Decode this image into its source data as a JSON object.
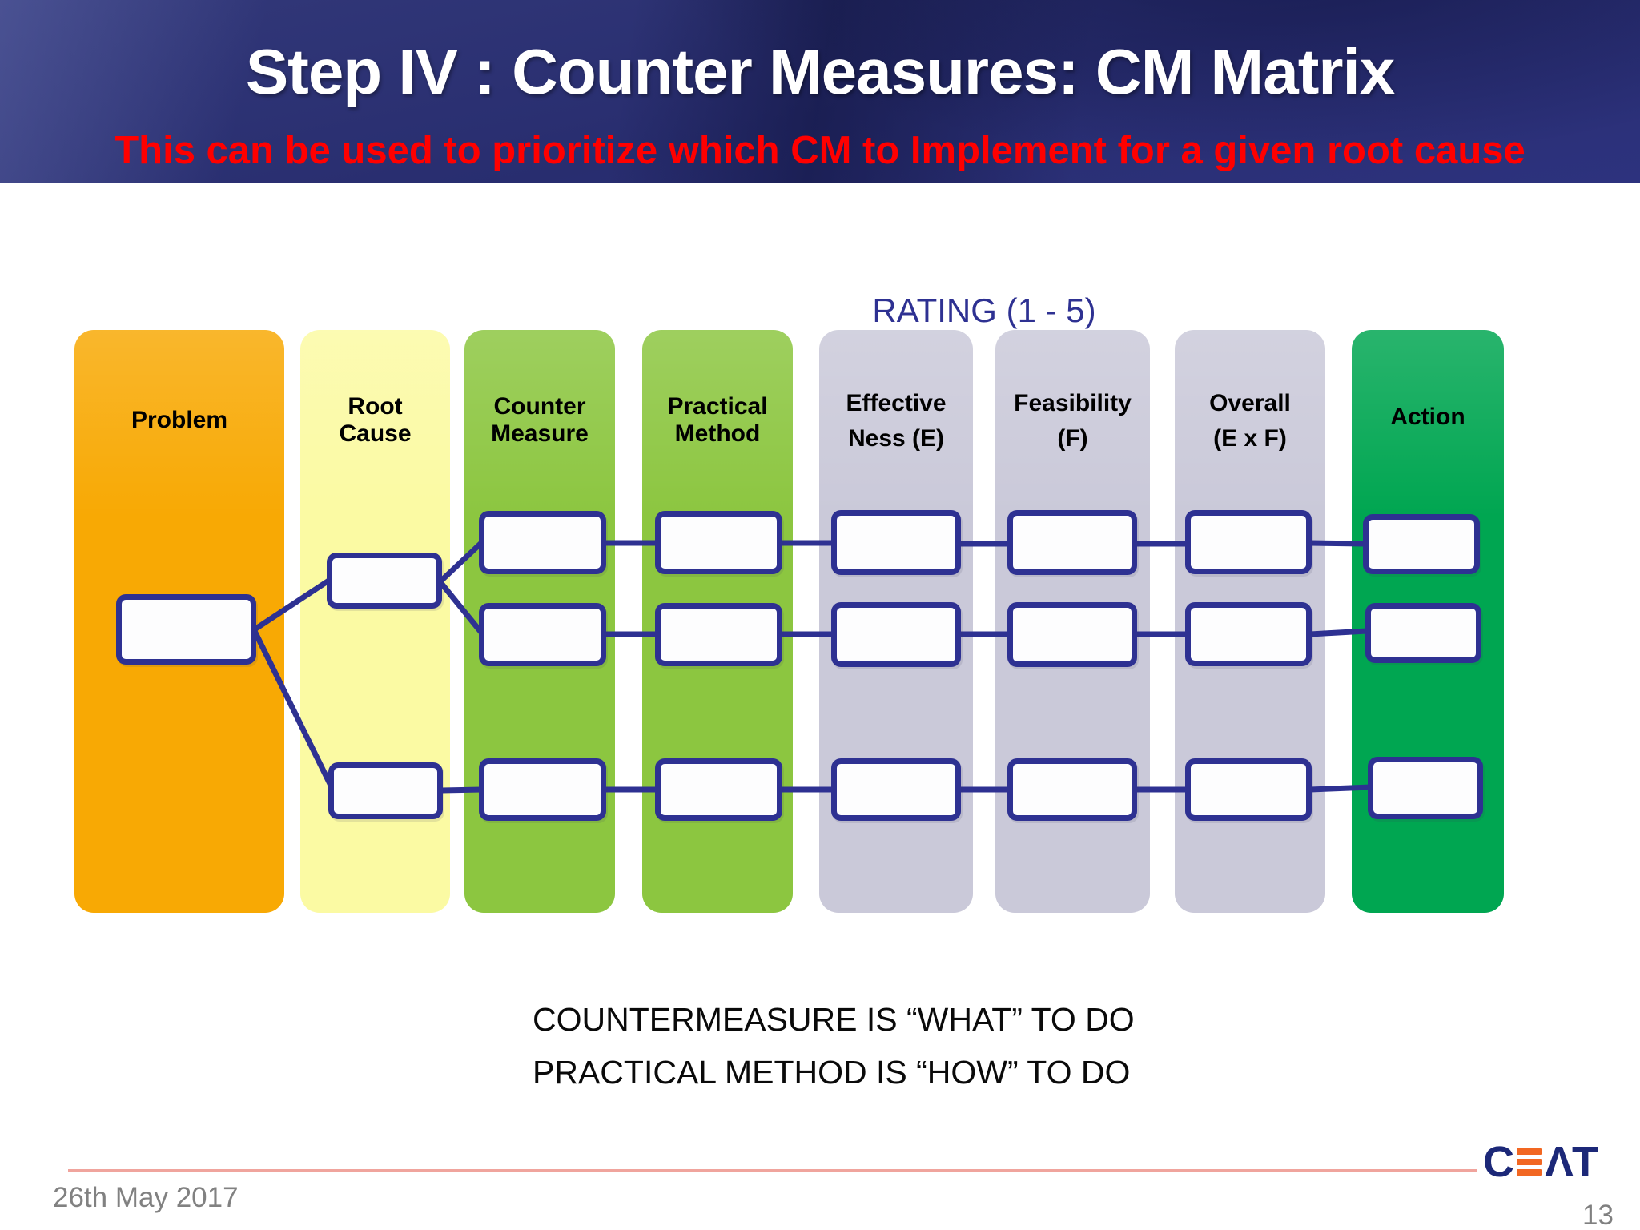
{
  "header": {
    "title": "Step IV : Counter Measures: CM Matrix",
    "subtitle": "This can be used to prioritize which CM to Implement for a given root cause"
  },
  "diagram": {
    "rating_label": "RATING (1 - 5)",
    "accent_color": "#2E3192",
    "rows": 3,
    "columns": [
      {
        "id": "problem",
        "label_lines": [
          "Problem"
        ],
        "color": "#F8A904"
      },
      {
        "id": "root-cause",
        "label_lines": [
          "Root",
          "Cause"
        ],
        "color": "#FBFAA3"
      },
      {
        "id": "counter-measure",
        "label_lines": [
          "Counter",
          "Measure"
        ],
        "color": "#8CC640"
      },
      {
        "id": "practical-method",
        "label_lines": [
          "Practical",
          "Method"
        ],
        "color": "#8CC640"
      },
      {
        "id": "effectiveness",
        "label_lines": [
          "Effective",
          "Ness (E)"
        ],
        "color": "#CAC9D9"
      },
      {
        "id": "feasibility",
        "label_lines": [
          "Feasibility",
          "(F)"
        ],
        "color": "#CAC9D9"
      },
      {
        "id": "overall",
        "label_lines": [
          "Overall",
          "(E x F)"
        ],
        "color": "#CAC9D9"
      },
      {
        "id": "action",
        "label_lines": [
          "Action"
        ],
        "color": "#00A651"
      }
    ]
  },
  "notes": {
    "line1": "COUNTERMEASURE IS “WHAT” TO DO",
    "line2": "PRACTICAL METHOD IS “HOW” TO DO"
  },
  "footer": {
    "date": "26th May 2017",
    "page_number": "13",
    "logo": {
      "c": "C",
      "at": "ΛT"
    }
  }
}
